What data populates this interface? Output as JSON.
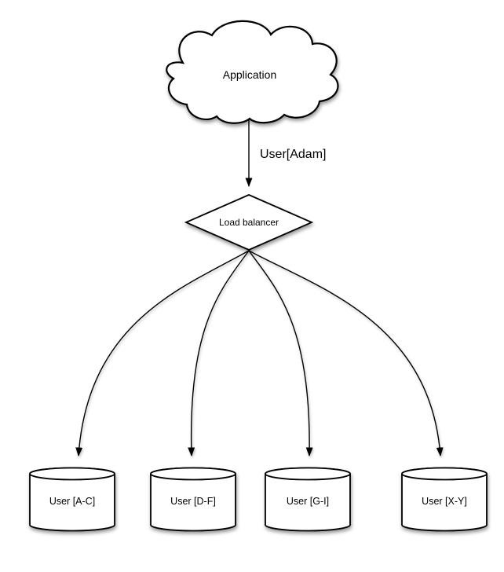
{
  "diagram": {
    "title": "sharded-database-load-balancing-diagram",
    "nodes": {
      "application": {
        "shape": "cloud",
        "label": "Application"
      },
      "load_balancer": {
        "shape": "diamond",
        "label": "Load balancer"
      },
      "shards": [
        {
          "shape": "cylinder",
          "label": "User [A-C]"
        },
        {
          "shape": "cylinder",
          "label": "User [D-F]"
        },
        {
          "shape": "cylinder",
          "label": "User [G-I]"
        },
        {
          "shape": "cylinder",
          "label": "User [X-Y]"
        }
      ]
    },
    "edges": {
      "app_to_lb": {
        "label": "User[Adam]"
      },
      "lb_to_shards_count": "4"
    },
    "colors": {
      "stroke": "#000000",
      "fill": "#ffffff",
      "background": "#ffffff",
      "text": "#000000"
    }
  }
}
